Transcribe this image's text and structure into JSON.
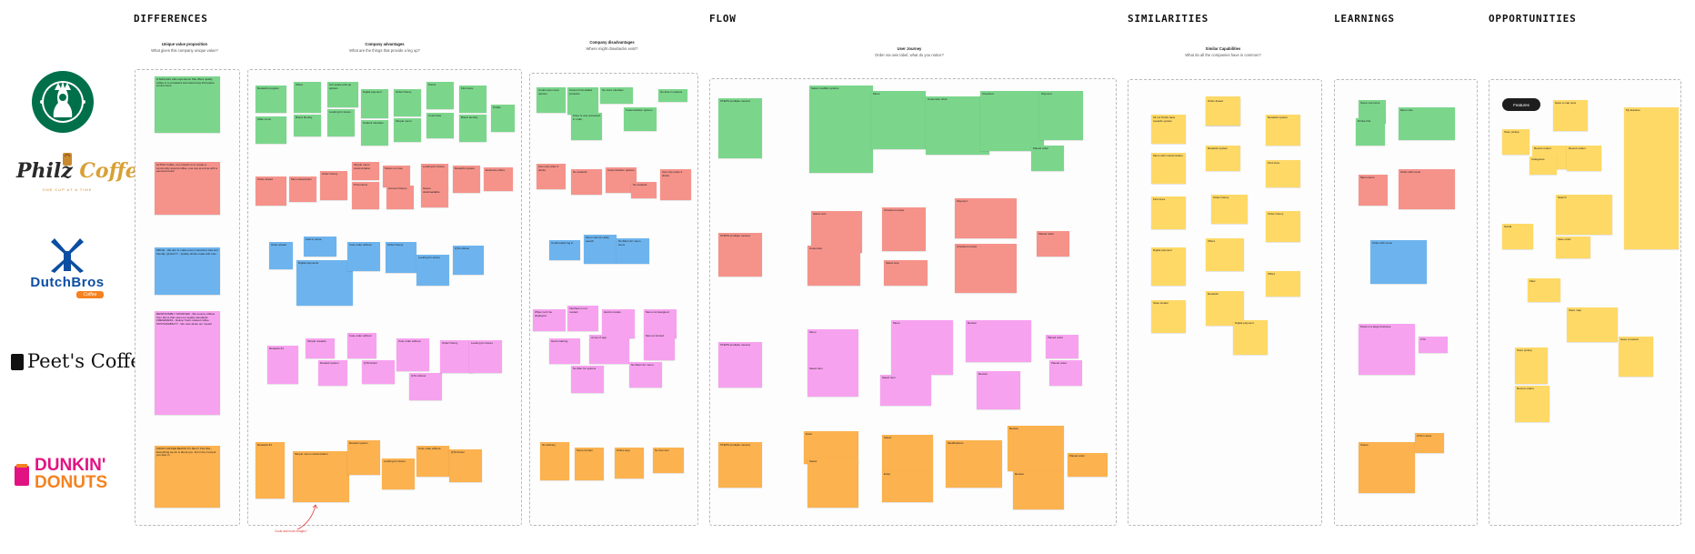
{
  "sections": {
    "differences": "DIFFERENCES",
    "flow": "FLOW",
    "similarities": "SIMILARITIES",
    "learnings": "LEARNINGS",
    "opportunities": "OPPORTUNITIES"
  },
  "subheads": {
    "uvp_title": "Unique value proposition",
    "uvp_sub": "What gives this company unique value?",
    "adv_title": "Company advantages",
    "adv_sub": "What are the things that provide a leg up?",
    "dis_title": "Company disadvantages",
    "dis_sub": "Where might drawbacks exist?",
    "journey_title": "User Journey",
    "journey_sub": "Order via own label, what do you notice?",
    "sim_title": "Similar Capabilities",
    "sim_sub": "What do all the companies have in common?"
  },
  "logos": {
    "philz_line1": "Philz",
    "philz_line2": "Coffee",
    "philz_tag": "ONE CUP AT A TIME",
    "dutch_line1": "DutchBros",
    "dutch_tag": "Coffee",
    "peets": "Peet's Coffee",
    "dunkin_line1": "DUNKIN'",
    "dunkin_line2": "DONUTS"
  },
  "features_pill": "Features",
  "red_note": "Could add more images?",
  "colors": {
    "green": "#7bd68c",
    "red": "#f5938b",
    "blue": "#6db4ee",
    "pink": "#f7a2ef",
    "orange": "#fbb24f",
    "yellow": "#ffd966",
    "starbucks_green": "#00704a",
    "dunkin_pink": "#e11383",
    "dunkin_orange": "#f5821f",
    "dutch_blue": "#0b4ea2"
  },
  "notes": {
    "uvp1": "A Starbucks cafe experience that offers quality coffee in a consistent and welcoming third place environment",
    "uvp2": "At Philz Coffee, our mission is to create a community around coffee, one cup at a time with a personal touch",
    "uvp3": "DRIVE - We aim to make every interaction fast and friendly. QUALITY - Quality drinks made with care",
    "uvp4": "RESPONSIBLY SOURCED - We source coffees from farms that meet our quality standards. FRESHNESS - Deliver fresh roasted coffee. SUSTAINABILITY - We care about our impact",
    "uvp5": "FROM COFFEE BEANS TO JELLY FILLING - Everything we do is about you. From the moment you step in",
    "adv1": "Rewards program",
    "adv2": "Offers",
    "adv3": "Car space pick-up options",
    "adv4": "Digital payment",
    "adv5": "Order history",
    "adv6": "Points",
    "adv7": "Find store",
    "adv8": "Wide menu",
    "adv9": "Brand identity",
    "adv10": "Looking for stores",
    "adv11": "Student interface",
    "adv12": "Simple menu",
    "adv13": "Customize",
    "adv14": "Brand identity",
    "adv15": "Profile",
    "adv16": "Order ahead",
    "adv17": "Menu description",
    "adv18": "Order history",
    "adv19": "Promotions",
    "adv20": "Simple menu customization",
    "adv21": "Stores on map",
    "adv22": "Account history",
    "adv23": "Looking for stores",
    "adv24": "Stores downloadable",
    "adv25": "Rewards system",
    "adv26": "Exclusive offers",
    "adv27": "Order ahead",
    "adv28": "Fast to reuse",
    "adv29": "Digital payments",
    "adv30": "Cute order without",
    "adv31": "Order history",
    "adv32": "Looking for stores",
    "adv33": "QTA rollover",
    "adv34": "Rewards #1",
    "adv35": "Simple rewards",
    "adv36": "Reward system",
    "adv37": "Cute order without",
    "adv38": "QTA button",
    "dis1": "Could view menu options",
    "dis2": "Cannot limit added products",
    "dis3": "No store interface",
    "dis4": "No dine-in options",
    "dis5": "Store is only accessed in order",
    "dis6": "Customization options",
    "dis7": "Can only order 4 drinks",
    "dis8": "No rewards",
    "dis9": "Could easily log in",
    "dis10": "Menu cannot easily search",
    "dis11": "No filters for menu items",
    "dis12": "When can't be displayed",
    "dis13": "Interface is not modern",
    "dis14": "Hard to locate",
    "dis15": "Menu not designed",
    "dis16": "Hard ordering",
    "dis17": "At top of app",
    "dis18": "Menu is limited",
    "dis19": "No filter for options",
    "dis20": "No filters for menu",
    "dis21": "No delivery",
    "dis22": "Some burden",
    "dis23": "Online app",
    "dis24": "No free text",
    "flow1": "STEPS (multiple menus)",
    "flow2": "Select modifier options",
    "flow3": "Menu",
    "flow4": "Customize drink",
    "flow5": "Checkout",
    "flow6": "Payment",
    "flow7": "Placed order",
    "flow8": "STEPS (multiple menus)",
    "flow9": "Select size",
    "flow10": "Customize",
    "flow11": "Checkout review",
    "flow12": "Payment",
    "flow13": "Placed order",
    "flow14": "STEPS (multiple menus)",
    "flow15": "Menu",
    "flow16": "Select item",
    "flow17": "Review",
    "flow18": "Placed order",
    "flow19": "STEPS (multiple menus)",
    "flow20": "Enter",
    "flow21": "Select",
    "flow22": "Modifications",
    "flow23": "Review",
    "flow24": "Placed order",
    "sim1": "All our Perks have rewards system",
    "sim2": "Order ahead",
    "sim3": "Rewards system",
    "sim4": "Menu with customization",
    "sim5": "Find store",
    "sim6": "Order history",
    "sim7": "Offers",
    "sim8": "Digital payment",
    "sim9": "Rewards",
    "sim10": "Store locator",
    "lea1": "Some use icons",
    "lea2": "Drinks first",
    "lea3": "Menu size",
    "lea4": "Menu items",
    "lea5": "Order with menu",
    "lea6": "Peets is a large business",
    "lea7": "CTA",
    "lea8": "CTA in store",
    "lea9": "Stores",
    "opp1": "Have a map view",
    "opp2": "Recent orders",
    "opp3": "Recent orders",
    "opp4": "Categories",
    "opp5": "My features",
    "opp6": "Store pickup",
    "opp7": "Social",
    "opp8": "Filter",
    "opp9": "Save order",
    "opp10": "Have a reward",
    "opp11": "Search",
    "opp12": "Store map"
  }
}
